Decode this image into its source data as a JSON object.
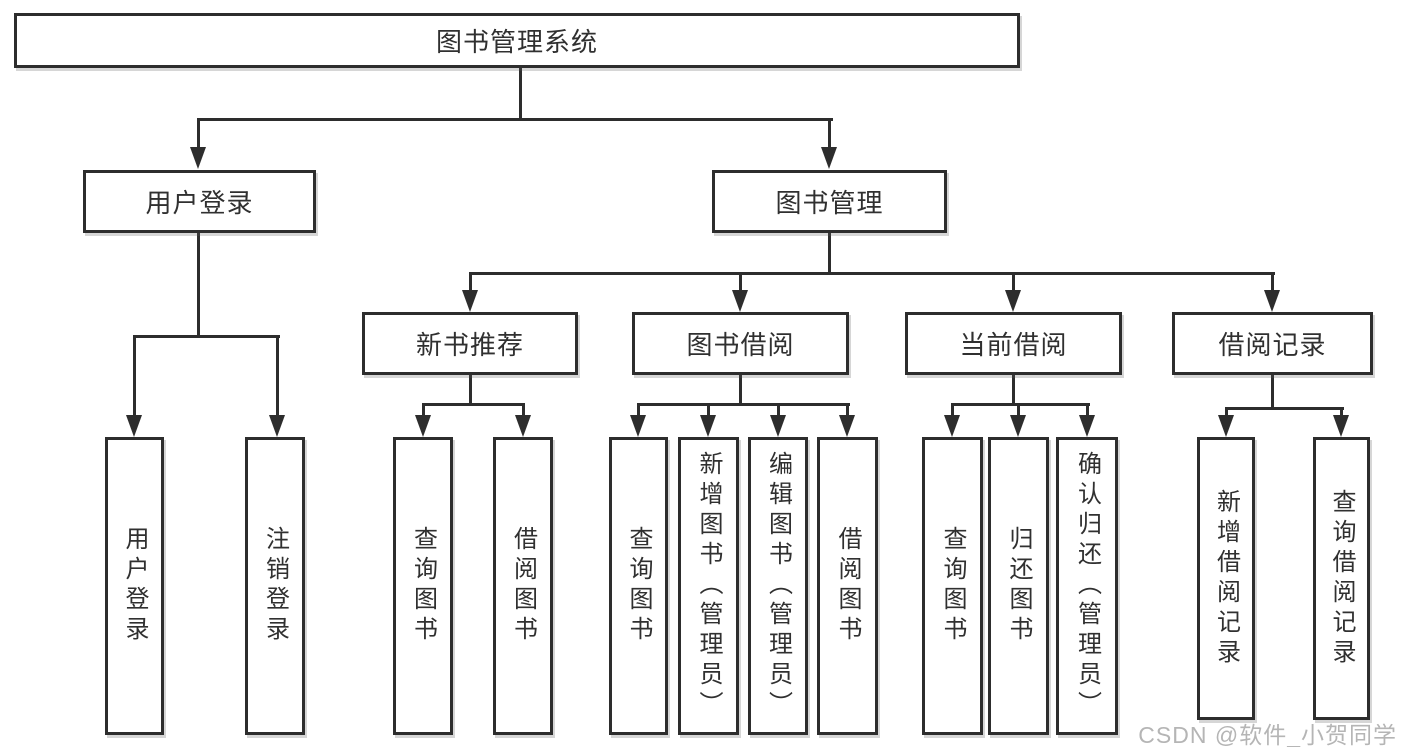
{
  "diagram": {
    "root": {
      "label": "图书管理系统"
    },
    "branches": [
      {
        "label": "用户登录",
        "children": [
          {
            "label": "用户登录"
          },
          {
            "label": "注销登录"
          }
        ]
      },
      {
        "label": "图书管理",
        "children": [
          {
            "label": "新书推荐",
            "children": [
              {
                "label": "查询图书"
              },
              {
                "label": "借阅图书"
              }
            ]
          },
          {
            "label": "图书借阅",
            "children": [
              {
                "label": "查询图书"
              },
              {
                "label": "新增图书（管理员）"
              },
              {
                "label": "编辑图书（管理员）"
              },
              {
                "label": "借阅图书"
              }
            ]
          },
          {
            "label": "当前借阅",
            "children": [
              {
                "label": "查询图书"
              },
              {
                "label": "归还图书"
              },
              {
                "label": "确认归还（管理员）"
              }
            ]
          },
          {
            "label": "借阅记录",
            "children": [
              {
                "label": "新增借阅记录"
              },
              {
                "label": "查询借阅记录"
              }
            ]
          }
        ]
      }
    ]
  },
  "watermark": {
    "text": "CSDN @软件_小贺同学"
  },
  "colors": {
    "line": "#2d2d2d",
    "text": "#303030",
    "watermark": "#b5b5b5",
    "background": "#ffffff"
  }
}
